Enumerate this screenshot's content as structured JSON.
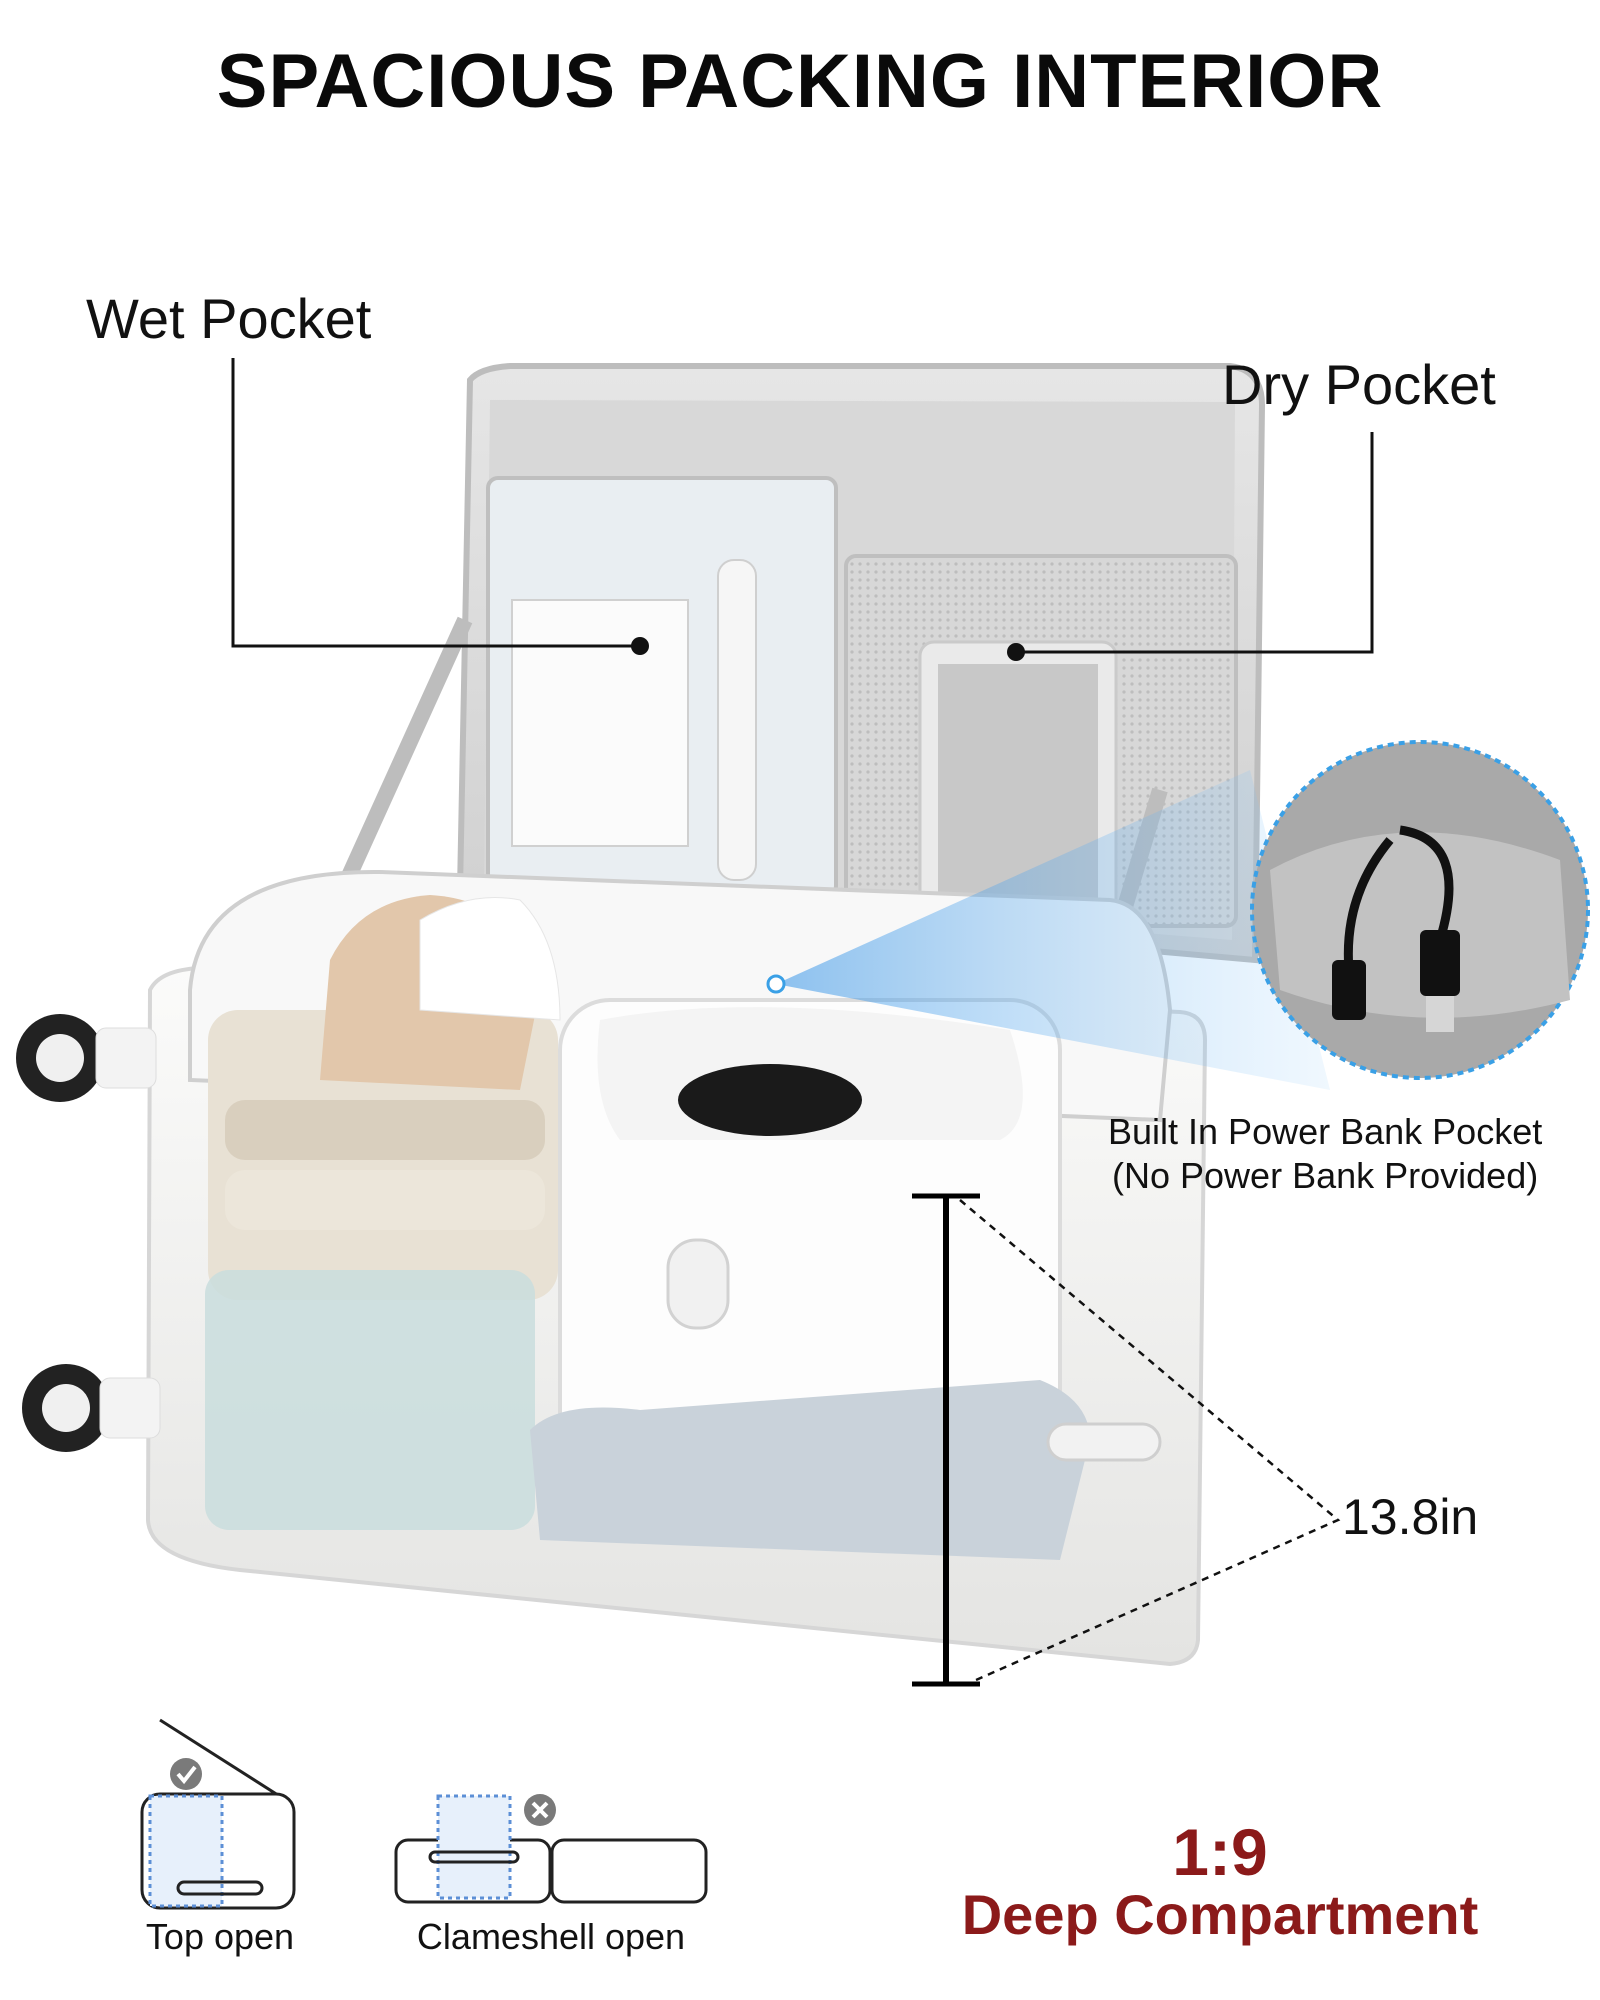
{
  "headline": "SPACIOUS PACKING INTERIOR",
  "callouts": {
    "wet_pocket": "Wet Pocket",
    "dry_pocket": "Dry Pocket",
    "power_bank_line1": "Built In Power Bank Pocket",
    "power_bank_line2": "(No Power Bank Provided)",
    "depth": "13.8in"
  },
  "opening_modes": [
    {
      "label": "Top open",
      "status": "check"
    },
    {
      "label": "Clameshell open",
      "status": "cross"
    }
  ],
  "compartment": {
    "ratio": "1:9",
    "caption": "Deep Compartment"
  },
  "colors": {
    "shell": "#f3f3f1",
    "lining": "#d9d9d9",
    "accent_red": "#8b1a1a",
    "highlight_blue": "#3aa0e6"
  }
}
